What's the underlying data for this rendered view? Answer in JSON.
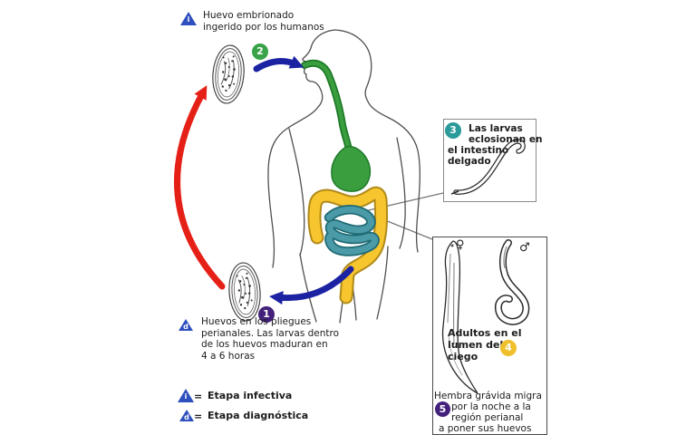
{
  "steps": {
    "step1": {
      "number": "1",
      "lines": [
        "Huevos en los pliegues",
        "perianales. Las larvas dentro",
        "de los huevos maduran en",
        "4 a 6 horas"
      ]
    },
    "step2": {
      "number": "2",
      "lines": [
        "Huevo embrionado",
        "ingerido por los humanos"
      ]
    },
    "step3": {
      "number": "3",
      "lines": [
        "Las larvas",
        "eclosionan en",
        "el intestino",
        "delgado"
      ]
    },
    "step4": {
      "number": "4",
      "lines": [
        "Adultos en el",
        "lumen del",
        "ciego"
      ]
    },
    "step5": {
      "number": "5",
      "lines": [
        "Hembra grávida migra",
        "por la noche a la",
        "región perianal",
        "a poner sus huevos"
      ]
    }
  },
  "legend": {
    "infective": {
      "marker": "i",
      "equals": "=",
      "label": "Etapa infectiva"
    },
    "diagnostic": {
      "marker": "d",
      "equals": "=",
      "label": "Etapa diagnóstica"
    }
  },
  "worm_labels": {
    "female_symbol": "♀",
    "male_symbol": "♂"
  },
  "colors": {
    "arrow_red": "#E52017",
    "arrow_blue": "#1C23A3",
    "badge_purple": "#43217A",
    "badge_green": "#3AA349",
    "badge_teal": "#2A9A9A",
    "badge_yellow": "#F0C02C",
    "triangle_blue": "#2E4FBE",
    "stomach_green": "#3A9E3F",
    "colon_yellow": "#F7C52E",
    "small_intestine_teal": "#4B9AA8"
  }
}
